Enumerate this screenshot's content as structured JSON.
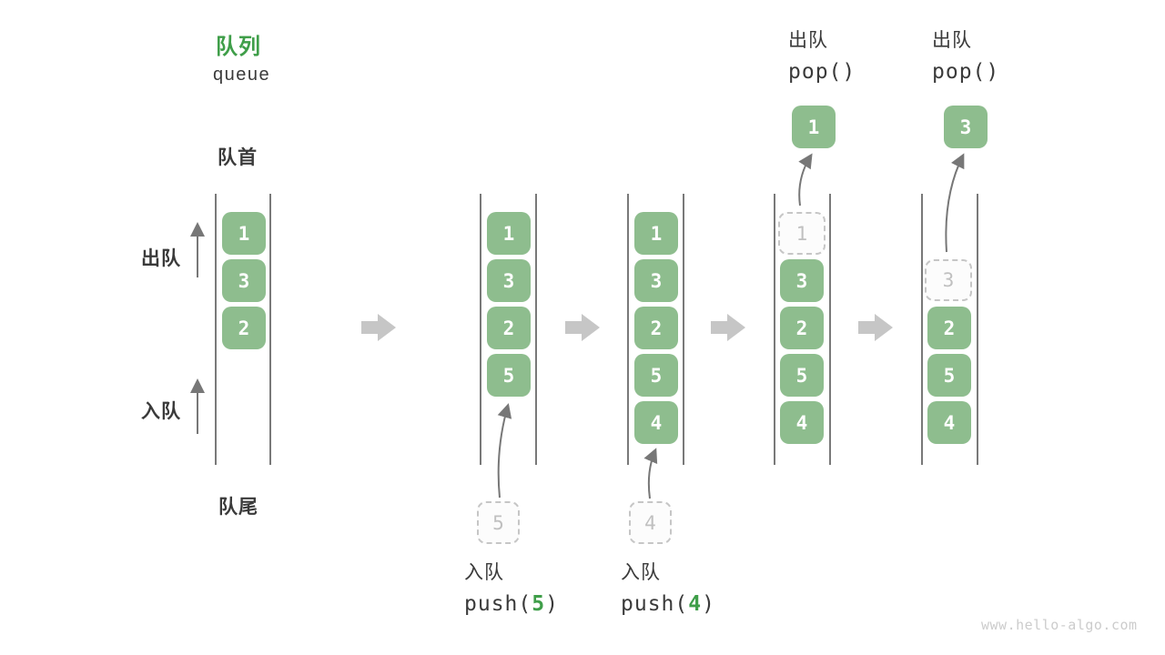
{
  "header": {
    "title": "队列",
    "subtitle": "queue"
  },
  "labels": {
    "front": "队首",
    "rear": "队尾",
    "dequeue_side": "出队",
    "enqueue_side": "入队"
  },
  "ops": {
    "push5": {
      "label": "入队",
      "code_before": "push(",
      "arg": "5",
      "code_after": ")"
    },
    "push4": {
      "label": "入队",
      "code_before": "push(",
      "arg": "4",
      "code_after": ")"
    },
    "pop1": {
      "label": "出队",
      "code": "pop()"
    },
    "pop2": {
      "label": "出队",
      "code": "pop()"
    }
  },
  "queues": [
    {
      "cells": [
        {
          "row": 1,
          "value": "1"
        },
        {
          "row": 2,
          "value": "3"
        },
        {
          "row": 3,
          "value": "2"
        }
      ]
    },
    {
      "cells": [
        {
          "row": 1,
          "value": "1"
        },
        {
          "row": 2,
          "value": "3"
        },
        {
          "row": 3,
          "value": "2"
        },
        {
          "row": 4,
          "value": "5"
        }
      ],
      "pending": "5"
    },
    {
      "cells": [
        {
          "row": 1,
          "value": "1"
        },
        {
          "row": 2,
          "value": "3"
        },
        {
          "row": 3,
          "value": "2"
        },
        {
          "row": 4,
          "value": "5"
        },
        {
          "row": 5,
          "value": "4"
        }
      ],
      "pending": "4"
    },
    {
      "cells": [
        {
          "row": 2,
          "value": "3"
        },
        {
          "row": 3,
          "value": "2"
        },
        {
          "row": 4,
          "value": "5"
        },
        {
          "row": 5,
          "value": "4"
        }
      ],
      "ghost": {
        "row": 1,
        "value": "1"
      },
      "popped": "1"
    },
    {
      "cells": [
        {
          "row": 3,
          "value": "2"
        },
        {
          "row": 4,
          "value": "5"
        },
        {
          "row": 5,
          "value": "4"
        }
      ],
      "ghost": {
        "row": 2,
        "value": "3"
      },
      "popped": "3"
    }
  ],
  "watermark": "www.hello-algo.com",
  "colors": {
    "cell_green": "#8ebd8e",
    "title_green": "#3f9e49",
    "text_dark": "#3a3a3a",
    "wall_line": "#4d4d4d",
    "small_arrow": "#777777",
    "big_arrow": "#c6c6c6",
    "ghost_border": "#c6c6c6",
    "ghost_text": "#c0c0c0",
    "watermark": "#cccccc"
  }
}
